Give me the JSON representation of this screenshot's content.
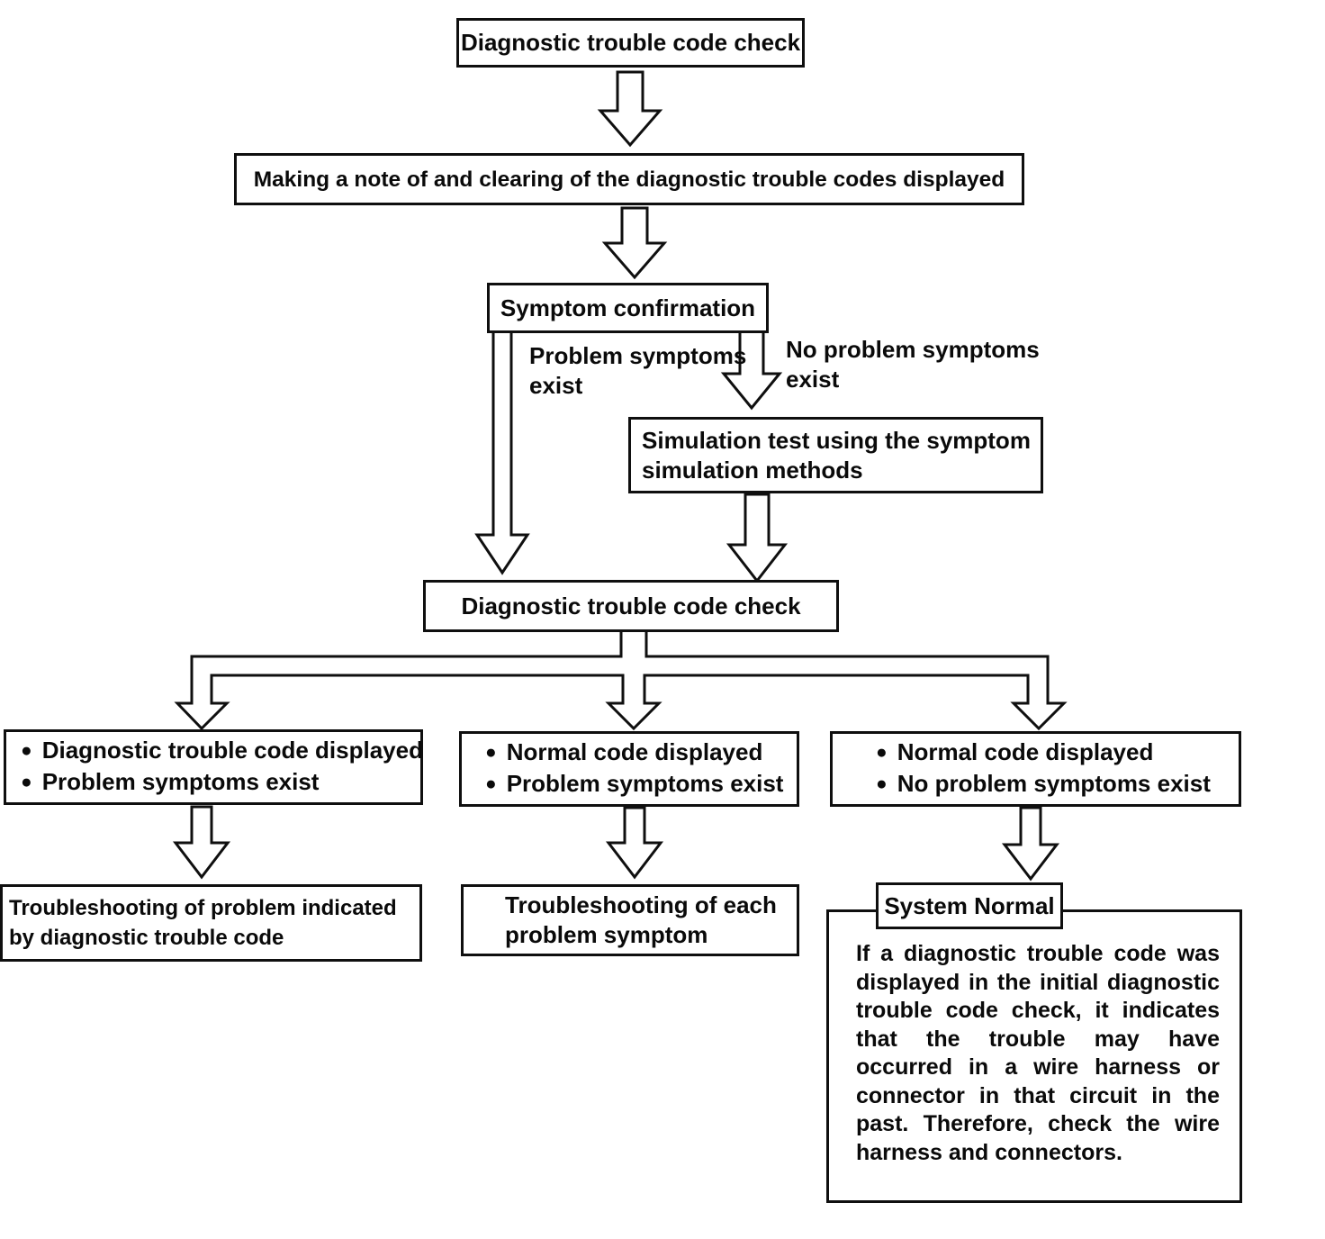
{
  "glyphs": {
    "bullet": "●"
  },
  "colors": {
    "ink": "#0f0f0f",
    "paper": "#ffffff"
  },
  "nodes": {
    "dtc_check_1": {
      "label": "Diagnostic trouble code check"
    },
    "note_and_clear": {
      "label": "Making a note of and clearing of the diagnostic trouble codes displayed"
    },
    "symptom_confirmation": {
      "label": "Symptom confirmation"
    },
    "simulation_test": {
      "lines": [
        "Simulation test using the symptom",
        "simulation methods"
      ]
    },
    "dtc_check_2": {
      "label": "Diagnostic trouble code check"
    },
    "case_dtc_displayed": {
      "bullets": [
        "Diagnostic trouble code displayed",
        "Problem symptoms exist"
      ]
    },
    "case_normal_problem": {
      "bullets": [
        "Normal code displayed",
        "Problem symptoms exist"
      ]
    },
    "case_normal_no_problem": {
      "bullets": [
        "Normal code displayed",
        "No problem symptoms exist"
      ]
    },
    "troubleshoot_by_code": {
      "lines": [
        "Troubleshooting of problem indicated",
        "by diagnostic trouble code"
      ]
    },
    "troubleshoot_each_symptom": {
      "lines": [
        "Troubleshooting of each",
        "problem symptom"
      ]
    },
    "system_normal": {
      "label": "System Normal",
      "note": "If a diagnostic trouble code was displayed in the initial diagnostic trouble code check, it indicates that the trouble may have occurred in a wire harness or connector in that circuit in the past. Therefore, check the wire harness and connectors."
    }
  },
  "edge_labels": {
    "problem_symptoms_exist": {
      "text": "Problem symptoms exist"
    },
    "no_problem_symptoms_exist": {
      "text": "No problem symptoms exist"
    }
  }
}
